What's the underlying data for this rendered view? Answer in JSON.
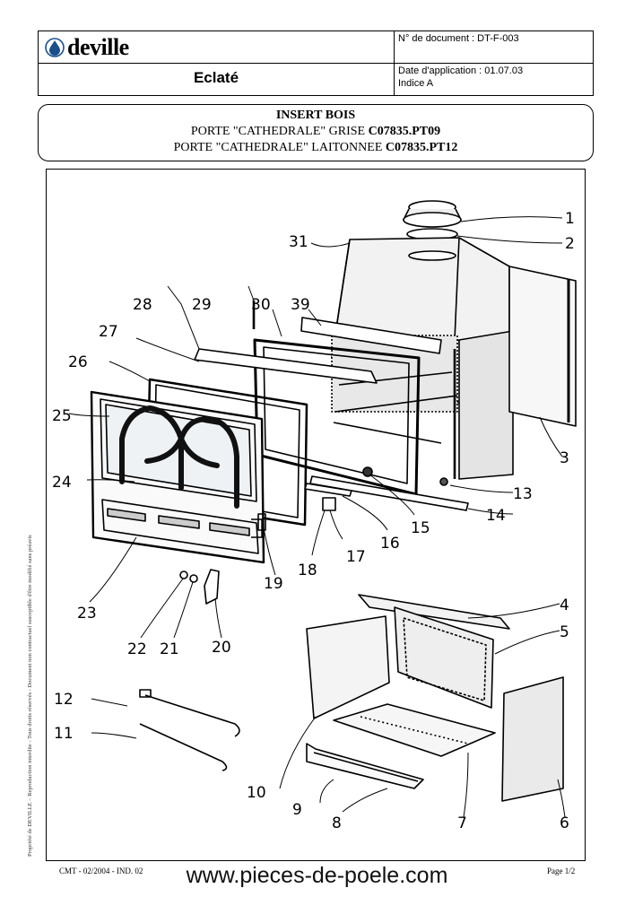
{
  "header": {
    "brand": "deville",
    "doc_number": "N° de document : DT-F-003",
    "title": "Eclaté",
    "date_application": "Date d'application : 01.07.03",
    "indice": "Indice A"
  },
  "title_box": {
    "line1": "INSERT BOIS",
    "line2_prefix": "PORTE \"CATHEDRALE\" GRISE ",
    "line2_code": "C07835.PT09",
    "line3_prefix": "PORTE \"CATHEDRALE\" LAITONNEE ",
    "line3_code": "C07835.PT12"
  },
  "diagram": {
    "callouts": [
      "1",
      "2",
      "3",
      "4",
      "5",
      "6",
      "7",
      "8",
      "9",
      "10",
      "11",
      "12",
      "13",
      "14",
      "15",
      "16",
      "17",
      "18",
      "19",
      "20",
      "21",
      "22",
      "23",
      "24",
      "25",
      "26",
      "27",
      "28",
      "29",
      "30",
      "31",
      "39"
    ]
  },
  "side_text": "Propriété de DEVILLE – Reproduction interdite - Tous droits réservés - Document non contractuel susceptible d'être modifié sans préavis",
  "footer": {
    "left": "CMT - 02/2004 - IND. 02",
    "url": "www.pieces-de-poele.com",
    "page": "Page 1/2"
  }
}
